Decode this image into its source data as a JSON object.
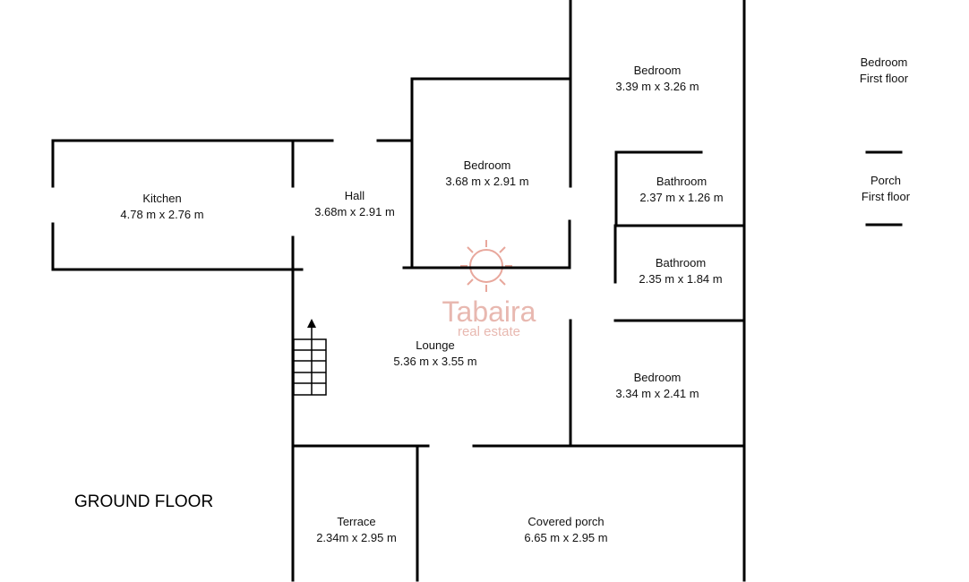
{
  "floor_title": "GROUND FLOOR",
  "rooms": [
    {
      "name": "Kitchen",
      "dims": "4.78 m x 2.76 m"
    },
    {
      "name": "Hall",
      "dims": "3.68m x 2.91 m"
    },
    {
      "name": "Bedroom",
      "dims": "3.68 m x 2.91 m"
    },
    {
      "name": "Bedroom",
      "dims": "3.39 m x 3.26 m"
    },
    {
      "name": "Bedroom",
      "dims": "First floor"
    },
    {
      "name": "Bathroom",
      "dims": "2.37 m x 1.26 m"
    },
    {
      "name": "Porch",
      "dims": "First floor"
    },
    {
      "name": "Bathroom",
      "dims": "2.35 m x 1.84 m"
    },
    {
      "name": "Lounge",
      "dims": "5.36 m x 3.55 m"
    },
    {
      "name": "Bedroom",
      "dims": "3.34 m x 2.41 m"
    },
    {
      "name": "Terrace",
      "dims": "2.34m x 2.95 m"
    },
    {
      "name": "Covered porch",
      "dims": "6.65 m x 2.95 m"
    }
  ],
  "watermark": {
    "line1": "Tabaira",
    "line2": "real estate"
  },
  "colors": {
    "walls": "#000000",
    "watermark": "#e8a79c"
  }
}
